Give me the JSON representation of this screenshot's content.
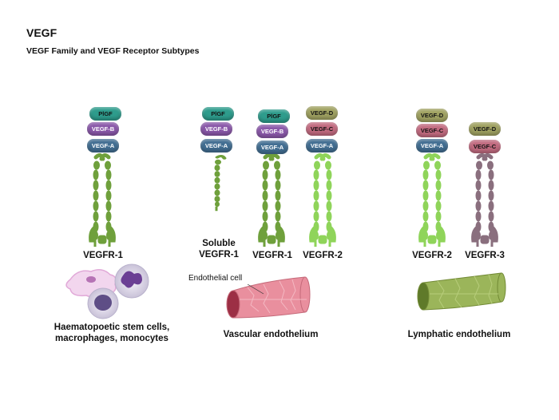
{
  "header": {
    "title": "VEGF",
    "subtitle": "VEGF Family and VEGF Receptor Subtypes"
  },
  "ligands": {
    "plgf": "PlGF",
    "vegf_a": "VEGF-A",
    "vegf_b": "VEGF-B",
    "vegf_c": "VEGF-C",
    "vegf_d": "VEGF-D"
  },
  "receptors": {
    "r1_hsc": "VEGFR-1",
    "soluble_line1": "Soluble",
    "soluble_line2": "VEGFR-1",
    "r1_vasc": "VEGFR-1",
    "r2_vasc": "VEGFR-2",
    "r2_lymph": "VEGFR-2",
    "r3_lymph": "VEGFR-3"
  },
  "cells": {
    "hsc_line1": "Haematopoetic stem cells,",
    "hsc_line2": "macrophages, monocytes",
    "vascular": "Vascular endothelium",
    "endothelial_callout": "Endothelial cell",
    "lymphatic": "Lymphatic endothelium"
  },
  "colors": {
    "receptor_green": "#6fa03c",
    "receptor_light_green": "#8fd45a",
    "receptor_mauve": "#8a6f7e",
    "vessel_pink": "#e88a98",
    "vessel_green": "#9bb55a"
  }
}
